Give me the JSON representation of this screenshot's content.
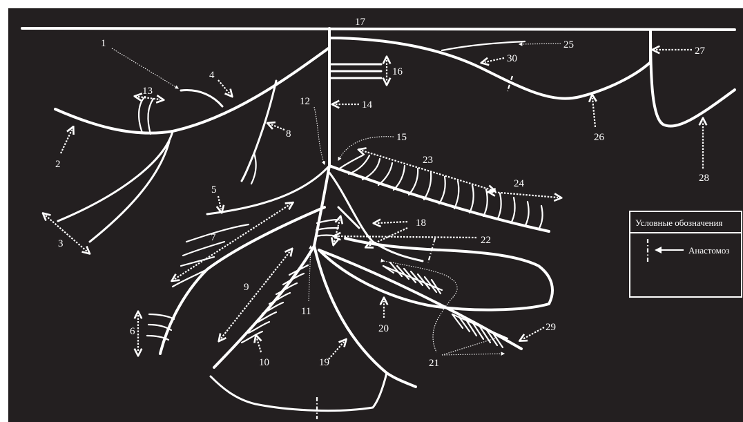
{
  "labels": [
    "1",
    "2",
    "3",
    "4",
    "5",
    "6",
    "7",
    "8",
    "9",
    "10",
    "11",
    "12",
    "13",
    "14",
    "15",
    "16",
    "17",
    "18",
    "19",
    "20",
    "21",
    "22",
    "23",
    "24",
    "25",
    "26",
    "27",
    "28",
    "29",
    "30"
  ],
  "legend": {
    "title": "Условные обозначения",
    "anastomosis_label": "Анастомоз"
  },
  "colors": {
    "background": "#231f20",
    "lines": "#ffffff",
    "page": "#ffffff"
  }
}
